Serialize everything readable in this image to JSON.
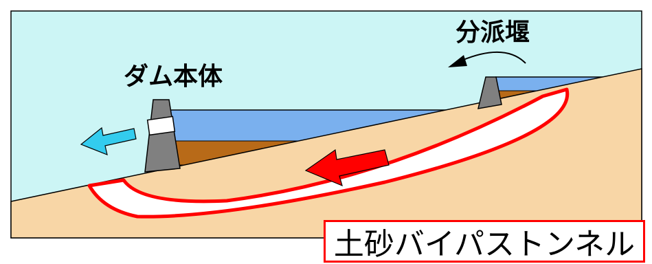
{
  "labels": {
    "dam_body": "ダム本体",
    "diversion_weir": "分派堰",
    "sediment_bypass_tunnel": "土砂バイパストンネル"
  },
  "colors": {
    "sky": "#ccf5f5",
    "ground": "#f8d6a6",
    "water": "#7ab0ee",
    "sediment": "#b86a18",
    "dam": "#808080",
    "tunnel_outline": "#ff0000",
    "flow_arrow_red": "#ff0000",
    "outflow_arrow_cyan": "#33ccee"
  },
  "icons": {
    "outflow_arrow": "arrow-left-icon",
    "sediment_flow_arrow": "arrow-left-icon",
    "diversion_curve_arrow": "curved-arrow-icon"
  }
}
